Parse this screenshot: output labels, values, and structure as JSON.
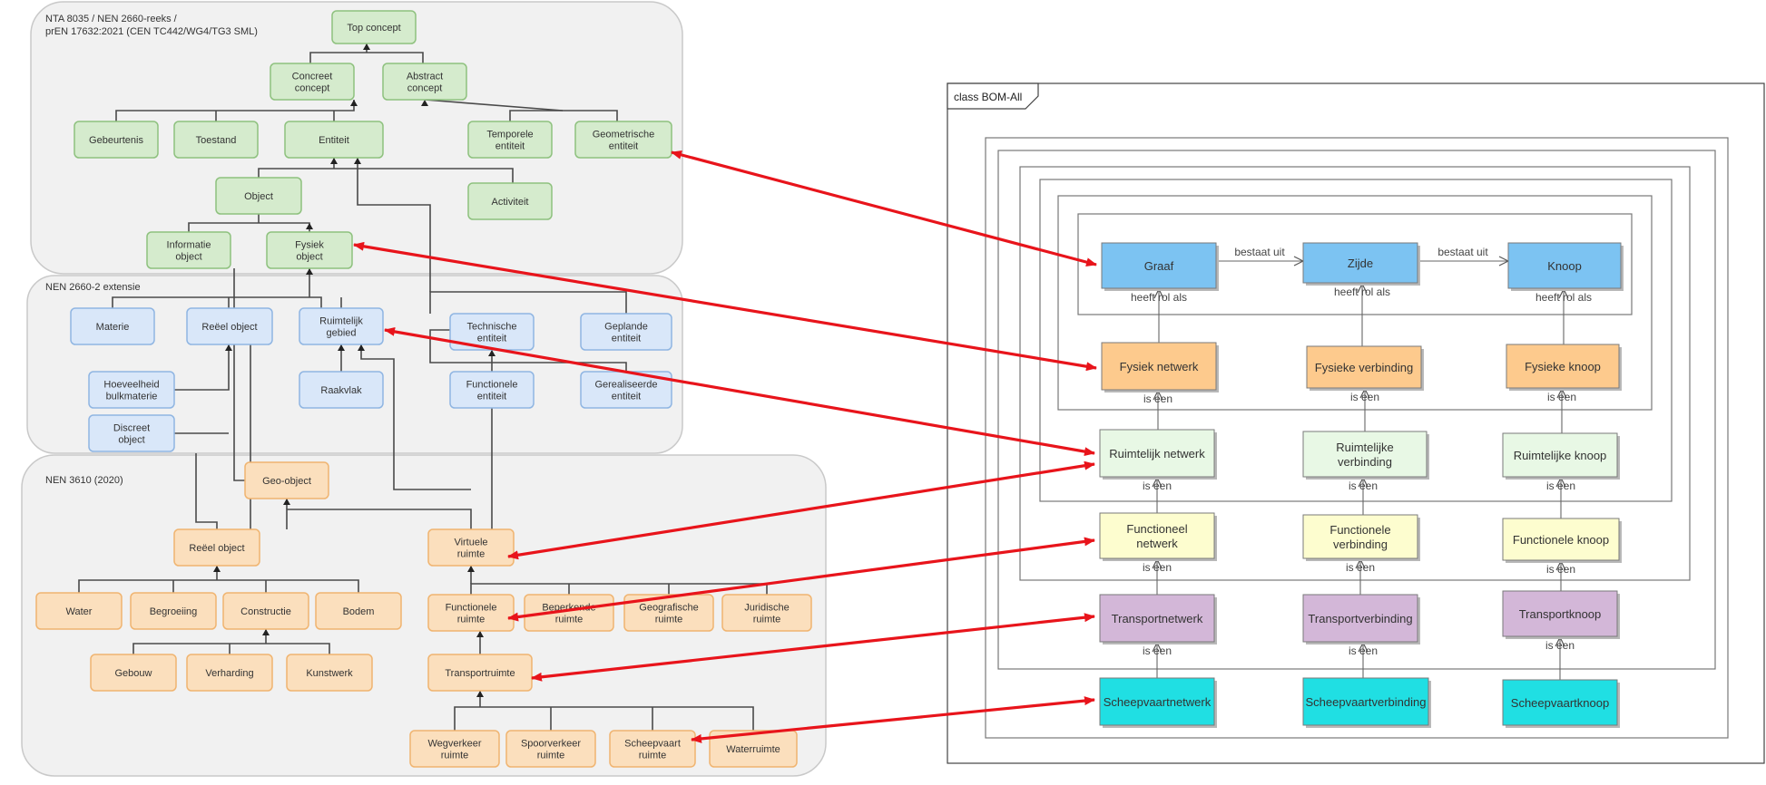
{
  "left": {
    "sections": [
      {
        "label_lines": [
          "NTA 8035 / NEN 2660-reeks /",
          "prEN 17632:2021 (CEN TC442/WG4/TG3 SML)"
        ]
      },
      {
        "label_lines": [
          "NEN 2660-2 extensie"
        ]
      },
      {
        "label_lines": [
          "NEN 3610 (2020)"
        ]
      }
    ],
    "nodes": [
      {
        "id": "top",
        "lines": [
          "Top concept"
        ]
      },
      {
        "id": "concreet",
        "lines": [
          "Concreet",
          "concept"
        ]
      },
      {
        "id": "abstract",
        "lines": [
          "Abstract",
          "concept"
        ]
      },
      {
        "id": "gebeurtenis",
        "lines": [
          "Gebeurtenis"
        ]
      },
      {
        "id": "toestand",
        "lines": [
          "Toestand"
        ]
      },
      {
        "id": "entiteit",
        "lines": [
          "Entiteit"
        ]
      },
      {
        "id": "temporele",
        "lines": [
          "Temporele",
          "entiteit"
        ]
      },
      {
        "id": "geometrische",
        "lines": [
          "Geometrische",
          "entiteit"
        ]
      },
      {
        "id": "object",
        "lines": [
          "Object"
        ]
      },
      {
        "id": "activiteit",
        "lines": [
          "Activiteit"
        ]
      },
      {
        "id": "informatie",
        "lines": [
          "Informatie",
          "object"
        ]
      },
      {
        "id": "fysiek",
        "lines": [
          "Fysiek",
          "object"
        ]
      },
      {
        "id": "materie",
        "lines": [
          "Materie"
        ]
      },
      {
        "id": "reeel",
        "lines": [
          "Reëel object"
        ]
      },
      {
        "id": "ruimtelijk",
        "lines": [
          "Ruimtelijk",
          "gebied"
        ]
      },
      {
        "id": "technische",
        "lines": [
          "Technische",
          "entiteit"
        ]
      },
      {
        "id": "geplande",
        "lines": [
          "Geplande",
          "entiteit"
        ]
      },
      {
        "id": "hoeveelheid",
        "lines": [
          "Hoeveelheid",
          "bulkmaterie"
        ]
      },
      {
        "id": "raakvlak",
        "lines": [
          "Raakvlak"
        ]
      },
      {
        "id": "functionele_ent",
        "lines": [
          "Functionele",
          "entiteit"
        ]
      },
      {
        "id": "gerealiseerde",
        "lines": [
          "Gerealiseerde",
          "entiteit"
        ]
      },
      {
        "id": "discreet",
        "lines": [
          "Discreet",
          "object"
        ]
      },
      {
        "id": "geo",
        "lines": [
          "Geo-object"
        ]
      },
      {
        "id": "reeel2",
        "lines": [
          "Reëel object"
        ]
      },
      {
        "id": "virtuele",
        "lines": [
          "Virtuele",
          "ruimte"
        ]
      },
      {
        "id": "water",
        "lines": [
          "Water"
        ]
      },
      {
        "id": "begroeiing",
        "lines": [
          "Begroeiing"
        ]
      },
      {
        "id": "constructie",
        "lines": [
          "Constructie"
        ]
      },
      {
        "id": "bodem",
        "lines": [
          "Bodem"
        ]
      },
      {
        "id": "functionele_ruimte",
        "lines": [
          "Functionele",
          "ruimte"
        ]
      },
      {
        "id": "beperkende",
        "lines": [
          "Beperkende",
          "ruimte"
        ]
      },
      {
        "id": "geografische",
        "lines": [
          "Geografische",
          "ruimte"
        ]
      },
      {
        "id": "juridische",
        "lines": [
          "Juridische",
          "ruimte"
        ]
      },
      {
        "id": "gebouw",
        "lines": [
          "Gebouw"
        ]
      },
      {
        "id": "verharding",
        "lines": [
          "Verharding"
        ]
      },
      {
        "id": "kunstwerk",
        "lines": [
          "Kunstwerk"
        ]
      },
      {
        "id": "transportruimte",
        "lines": [
          "Transportruimte"
        ]
      },
      {
        "id": "wegverkeer",
        "lines": [
          "Wegverkeer",
          "ruimte"
        ]
      },
      {
        "id": "spoorverkeer",
        "lines": [
          "Spoorverkeer",
          "ruimte"
        ]
      },
      {
        "id": "scheepvaart_ruimte",
        "lines": [
          "Scheepvaart",
          "ruimte"
        ]
      },
      {
        "id": "waterruimte",
        "lines": [
          "Waterruimte"
        ]
      }
    ]
  },
  "right": {
    "frame_title": "class BOM-All",
    "classes": [
      {
        "id": "graaf",
        "lines": [
          "Graaf"
        ]
      },
      {
        "id": "zijde",
        "lines": [
          "Zijde"
        ]
      },
      {
        "id": "knoop",
        "lines": [
          "Knoop"
        ]
      },
      {
        "id": "fysiek_netwerk",
        "lines": [
          "Fysiek netwerk"
        ]
      },
      {
        "id": "fysieke_verbinding",
        "lines": [
          "Fysieke verbinding"
        ]
      },
      {
        "id": "fysieke_knoop",
        "lines": [
          "Fysieke knoop"
        ]
      },
      {
        "id": "ruimtelijk_netwerk",
        "lines": [
          "Ruimtelijk netwerk"
        ]
      },
      {
        "id": "ruimtelijke_verbinding",
        "lines": [
          "Ruimtelijke",
          "verbinding"
        ]
      },
      {
        "id": "ruimtelijke_knoop",
        "lines": [
          "Ruimtelijke knoop"
        ]
      },
      {
        "id": "functioneel_netwerk",
        "lines": [
          "Functioneel",
          "netwerk"
        ]
      },
      {
        "id": "functionele_verbinding",
        "lines": [
          "Functionele",
          "verbinding"
        ]
      },
      {
        "id": "functionele_knoop",
        "lines": [
          "Functionele knoop"
        ]
      },
      {
        "id": "transportnetwerk",
        "lines": [
          "Transportnetwerk"
        ]
      },
      {
        "id": "transportverbinding",
        "lines": [
          "Transportverbinding"
        ]
      },
      {
        "id": "transportknoop",
        "lines": [
          "Transportknoop"
        ]
      },
      {
        "id": "scheepvaartnetwerk",
        "lines": [
          "Scheepvaartnetwerk"
        ]
      },
      {
        "id": "scheepvaartverbinding",
        "lines": [
          "Scheepvaartverbinding"
        ]
      },
      {
        "id": "scheepvaartknoop",
        "lines": [
          "Scheepvaartknoop"
        ]
      }
    ],
    "labels": {
      "bestaat_uit": "bestaat uit",
      "heeft_rol_als": "heeft rol als",
      "is_een": "is een"
    }
  },
  "colors": {
    "mapping_arrow": "#e8141b",
    "green_fill": "#d5ebcd",
    "blue_fill": "#d9e7f9",
    "orange_fill": "#fbdfbd",
    "section_fill": "#f1f1f1",
    "uml_blue": "#7cc3f2",
    "uml_orange": "#fdca8d",
    "uml_green": "#e8f8e5",
    "uml_yellow": "#fdfdcf",
    "uml_purple": "#d3b7d8",
    "uml_cyan": "#20dfe3"
  }
}
